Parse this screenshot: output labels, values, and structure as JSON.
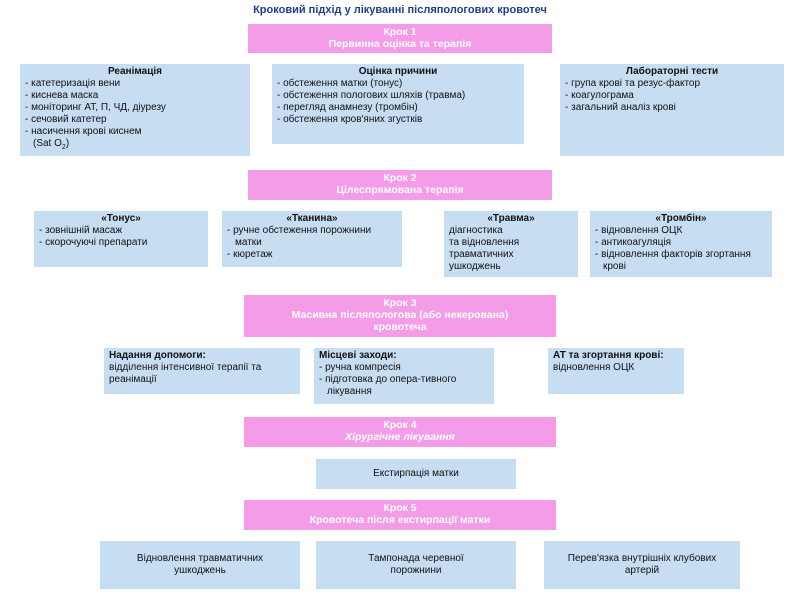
{
  "title": "Кроковий підхід у лікуванні післяпологових кровотеч",
  "step1": {
    "label": "Крок 1",
    "name": "Первинна оцінка та терапія"
  },
  "reanimation": {
    "heading": "Реанімація",
    "items": [
      "катетеризація вени",
      "киснева маска",
      "моніторинг АТ, П, ЧД, діурезу",
      "сечовий катетер",
      "насичення крові киснем"
    ],
    "sat_prefix": "(Sat O",
    "sat_sub": "2",
    "sat_suffix": ")"
  },
  "cause": {
    "heading": "Оцінка причини",
    "items": [
      "обстеження матки (тонус)",
      "обстеження пологових шляхів (травма)",
      "перегляд анамнезу (тромбін)",
      "обстеження кров'яних згустків"
    ]
  },
  "labs": {
    "heading": "Лабораторні тести",
    "items": [
      "група крові та резус-фактор",
      "коагулограма",
      "загальний аналіз крові"
    ]
  },
  "step2": {
    "label": "Крок 2",
    "name": "Цілеспрямована терапія"
  },
  "tonus": {
    "heading": "«Тонус»",
    "items": [
      "зовнішній масаж",
      "скорочуючі препарати"
    ]
  },
  "tissue": {
    "heading": "«Тканина»",
    "items": [
      "ручне обстеження порожнини матки",
      "кюретаж"
    ]
  },
  "trauma": {
    "heading": "«Травма»",
    "lines": [
      "діагностика",
      "та відновлення",
      "травматичних",
      "ушкоджень"
    ]
  },
  "thrombin": {
    "heading": "«Тромбін»",
    "items": [
      "відновлення ОЦК",
      "антикоагуляція",
      "відновлення факторів згортання крові"
    ]
  },
  "step3": {
    "label": "Крок 3",
    "name": "Масивна післяпологова (або некерована) кровотеча"
  },
  "help": {
    "heading": "Надання допомоги:",
    "text": "відділення інтенсивної терапії та реанімації"
  },
  "local": {
    "heading": "Місцеві заходи:",
    "items": [
      "ручна компресія",
      "підготовка до опера-тивного лікування"
    ]
  },
  "bp": {
    "heading": "АТ та згортання крові:",
    "text": "відновлення ОЦК"
  },
  "step4": {
    "label": "Крок 4",
    "name": "Хірургічне лікування"
  },
  "extirpation": {
    "text": "Екстирпація матки"
  },
  "step5": {
    "label": "Крок 5",
    "name": "Кровотеча після екстирпації матки"
  },
  "repair": {
    "text": "Відновлення травматичних ушкоджень"
  },
  "tamponade": {
    "text": "Тампонада черевної порожнини"
  },
  "ligation": {
    "text": "Перев'язка внутрішніх клубових артерій"
  },
  "colors": {
    "step": "#f59ce8",
    "box": "#c7ddf2",
    "title": "#1f3f8a"
  }
}
